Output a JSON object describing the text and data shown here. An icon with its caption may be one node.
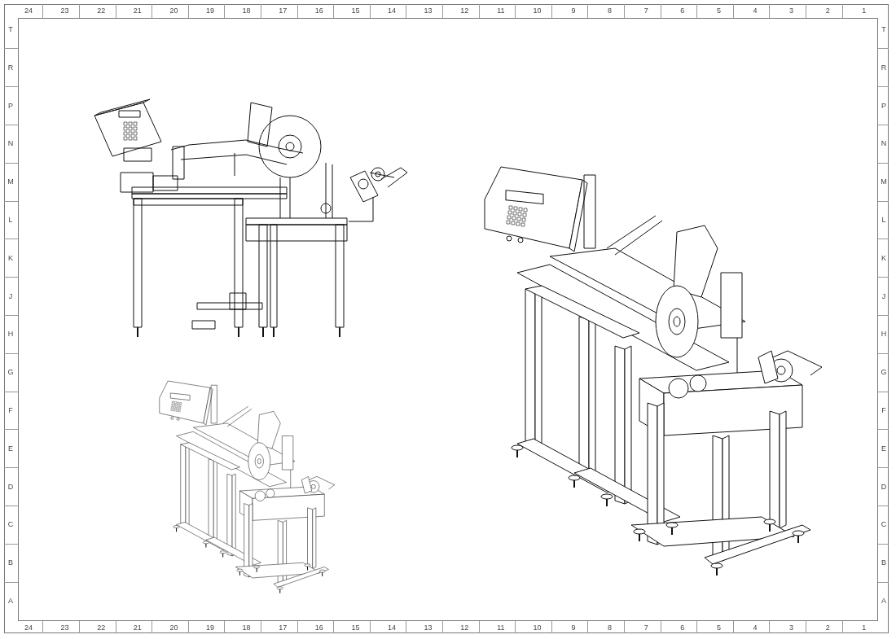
{
  "diagram": {
    "labels": [
      "24",
      "23",
      "22",
      "21",
      "20",
      "19",
      "18",
      "17",
      "16",
      "15",
      "14",
      "13",
      "12",
      "11",
      "10",
      "9",
      "8",
      "7",
      "6",
      "5",
      "4",
      "3",
      "2",
      "1",
      "T",
      "T",
      "R",
      "R",
      "P",
      "P",
      "N",
      "N",
      "M",
      "M",
      "L",
      "L",
      "K",
      "K",
      "J",
      "J",
      "H",
      "H",
      "G",
      "G",
      "F",
      "F",
      "E",
      "E",
      "D",
      "D",
      "C",
      "C",
      "B",
      "B",
      "A",
      "A",
      "24",
      "23",
      "22",
      "21",
      "20",
      "19",
      "18",
      "17",
      "16",
      "15",
      "14",
      "13",
      "12",
      "11",
      "10",
      "9",
      "8",
      "7",
      "6",
      "5",
      "4",
      "3",
      "2",
      "1"
    ]
  }
}
